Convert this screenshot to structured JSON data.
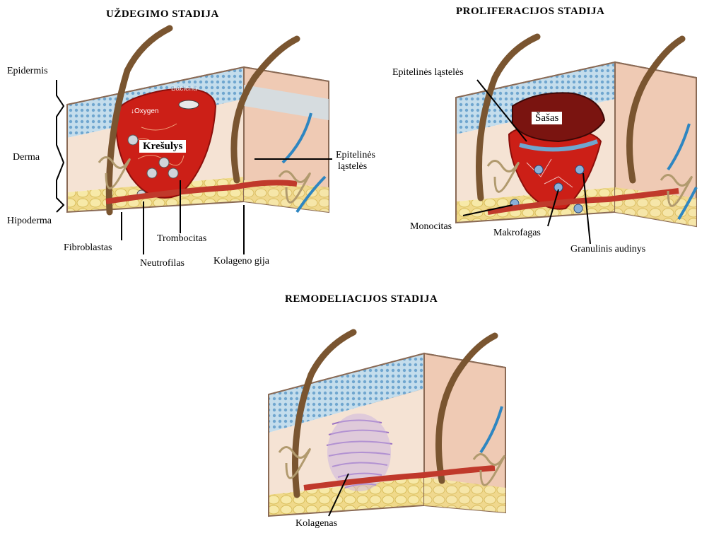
{
  "titles": {
    "inflammation": "UŽDEGIMO STADIJA",
    "proliferation": "PROLIFERACIJOS STADIJA",
    "remodeling": "REMODELIACIJOS STADIJA"
  },
  "layers": {
    "epidermis": "Epidermis",
    "dermis": "Derma",
    "hypodermis": "Hipoderma"
  },
  "inflammation_labels": {
    "bacteria": "Bacteria",
    "oxygen": "Oxygen",
    "clot": "Krešulys",
    "epithelial_cells": [
      "Epitelinės",
      "ląstelės"
    ],
    "fibroblast": "Fibroblastas",
    "neutrophil": "Neutrofilas",
    "platelet": "Trombocitas",
    "collagen_fiber": "Kolageno gija"
  },
  "proliferation_labels": {
    "epithelial_cells": "Epitelinės ląstelės",
    "scab": "Šašas",
    "monocyte": "Monocitas",
    "macrophage": "Makrofagas",
    "granulation_tissue": "Granulinis audinys"
  },
  "remodeling_labels": {
    "collagen": "Kolagenas"
  },
  "colors": {
    "skin_top": "#e2b999",
    "skin_front": "#f3d8c4",
    "epidermis_blue": "#bcd9ea",
    "fat_yellow": "#f1dc88",
    "wound_red": "#cc1f17",
    "scab_dark": "#7a1410",
    "hair": "#7a5530",
    "collagen_purple": "#9b72c4"
  }
}
